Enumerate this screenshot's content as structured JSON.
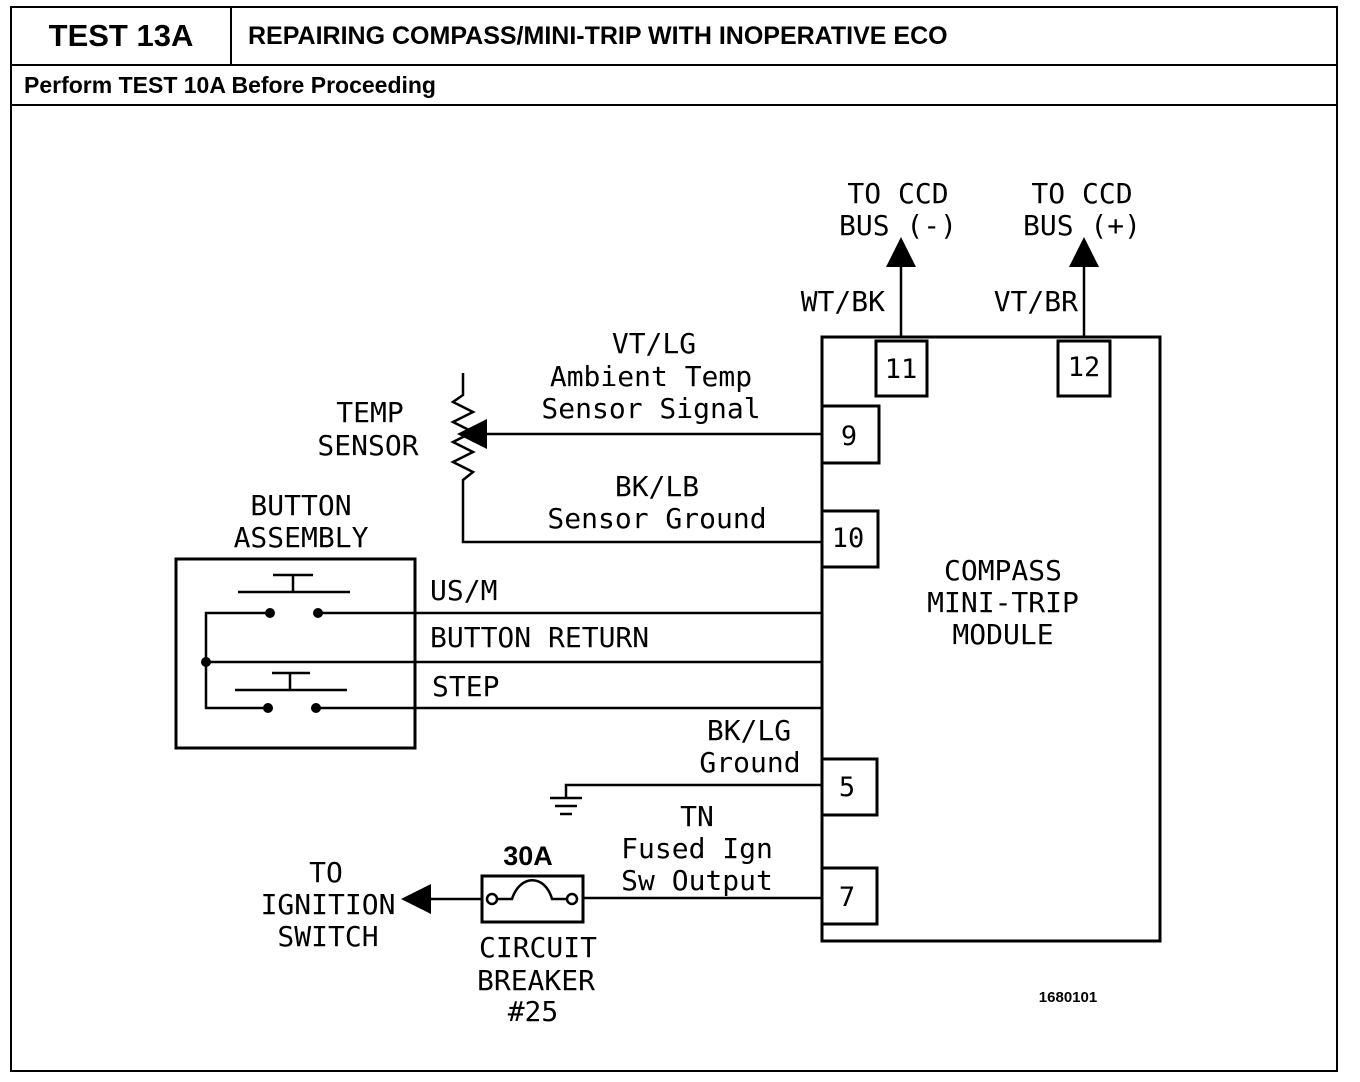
{
  "header": {
    "test_id": "TEST 13A",
    "title": "REPAIRING COMPASS/MINI-TRIP WITH INOPERATIVE ECO",
    "prerequisite": "Perform TEST 10A Before Proceeding"
  },
  "diagram": {
    "module": {
      "line1": "COMPASS",
      "line2": "MINI-TRIP",
      "line3": "MODULE"
    },
    "pins": {
      "p11": "11",
      "p12": "12",
      "p9": "9",
      "p10": "10",
      "p5": "5",
      "p7": "7"
    },
    "ccd_neg": {
      "line1": "TO CCD",
      "line2": "BUS (-)",
      "wire": "WT/BK"
    },
    "ccd_pos": {
      "line1": "TO CCD",
      "line2": "BUS (+)",
      "wire": "VT/BR"
    },
    "temp_signal": {
      "wire": "VT/LG",
      "line1": "Ambient Temp",
      "line2": "Sensor Signal"
    },
    "temp_sensor": {
      "line1": "TEMP",
      "line2": "SENSOR"
    },
    "sensor_ground": {
      "wire": "BK/LB",
      "line1": "Sensor Ground"
    },
    "button_assembly": {
      "line1": "BUTTON",
      "line2": "ASSEMBLY"
    },
    "us_m": "US/M",
    "button_return": "BUTTON RETURN",
    "step": "STEP",
    "ground": {
      "wire": "BK/LG",
      "line1": "Ground"
    },
    "ignition": {
      "wire": "TN",
      "line1": "Fused Ign",
      "line2": "Sw Output"
    },
    "breaker": {
      "rating": "30A",
      "line1": "CIRCUIT",
      "line2": "BREAKER",
      "line3": "#25"
    },
    "ignition_switch": {
      "line1": "TO",
      "line2": "IGNITION",
      "line3": "SWITCH"
    },
    "figure_ref": "1680101"
  }
}
